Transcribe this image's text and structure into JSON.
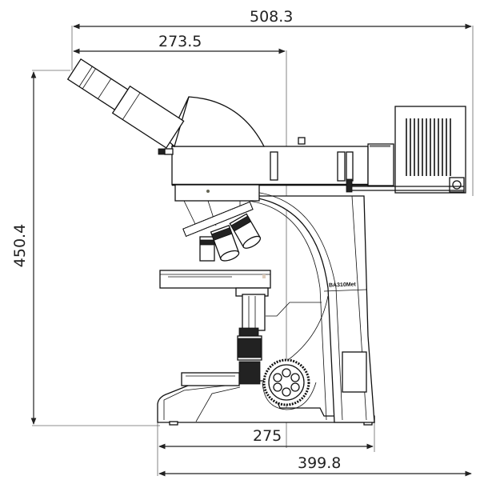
{
  "drawing": {
    "subject": "Microscope side-view dimension drawing",
    "model_label": "BA310Met",
    "units": "mm"
  },
  "dimensions": {
    "overall_width": {
      "value": "508.3",
      "orientation": "horizontal",
      "position": "top"
    },
    "eyepiece_to_axis": {
      "value": "273.5",
      "orientation": "horizontal",
      "position": "top"
    },
    "overall_height": {
      "value": "450.4",
      "orientation": "vertical",
      "position": "left"
    },
    "base_depth": {
      "value": "275",
      "orientation": "horizontal",
      "position": "bottom"
    },
    "base_overall": {
      "value": "399.8",
      "orientation": "horizontal",
      "position": "bottom"
    }
  },
  "colors": {
    "line": "#111111",
    "dimension_text": "#222222",
    "extension_line": "#666666",
    "background": "#ffffff"
  }
}
